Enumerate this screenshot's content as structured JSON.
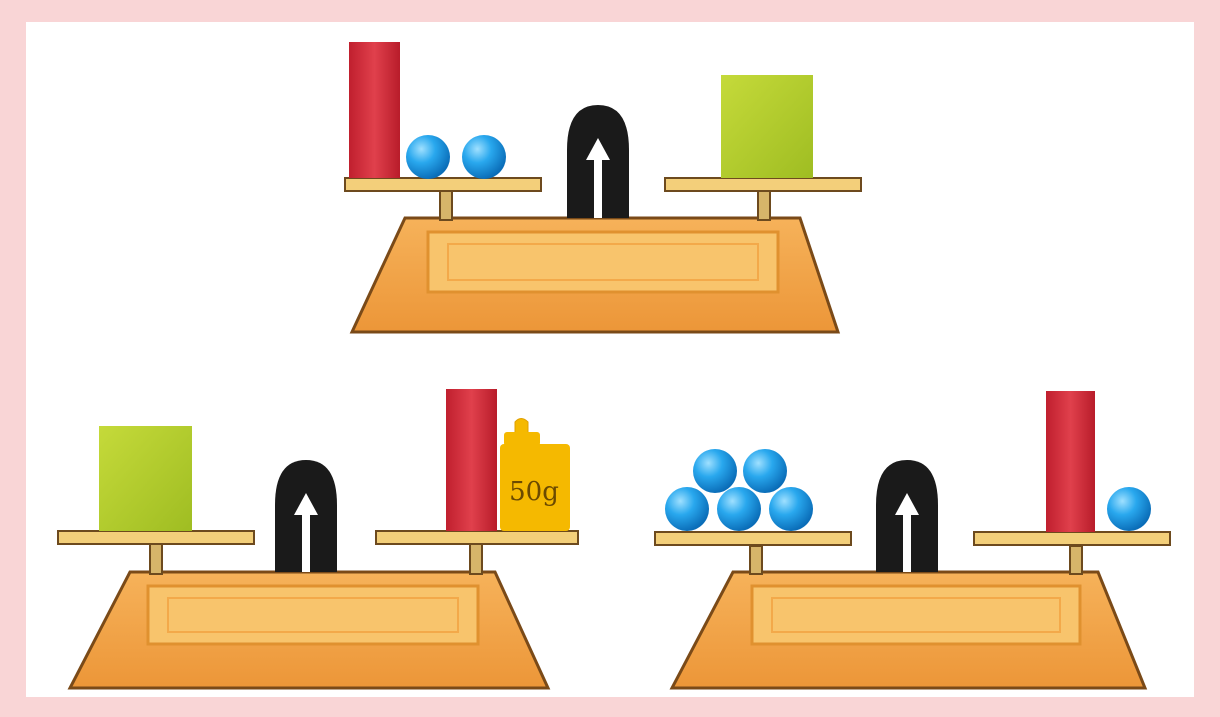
{
  "figure": {
    "description_alt": "",
    "colors": {
      "frame": "#f9d5d6",
      "base_orange": "#f0a24a",
      "base_inner": "#f6c06a",
      "beam": "#f3cf7a",
      "beam_outline": "#6d4a1e",
      "pointer": "#1a1a1a",
      "red_block": "#d8323f",
      "green_block": "#b5cf2c",
      "ball": "#1f9be6",
      "weight": "#f5b900"
    },
    "icons": [
      "balance-scale",
      "pointer-arrow-icon",
      "red-block",
      "green-block",
      "blue-ball",
      "weight"
    ]
  },
  "scales": [
    {
      "id": "top",
      "left_pan": [
        "red-block",
        "blue-ball",
        "blue-ball"
      ],
      "right_pan": [
        "green-block"
      ]
    },
    {
      "id": "bottom-left",
      "left_pan": [
        "green-block"
      ],
      "right_pan": [
        "red-block",
        "weight"
      ],
      "weight_label": "50g"
    },
    {
      "id": "bottom-right",
      "left_pan": [
        "blue-ball",
        "blue-ball",
        "blue-ball",
        "blue-ball",
        "blue-ball"
      ],
      "right_pan": [
        "red-block",
        "blue-ball"
      ]
    }
  ]
}
